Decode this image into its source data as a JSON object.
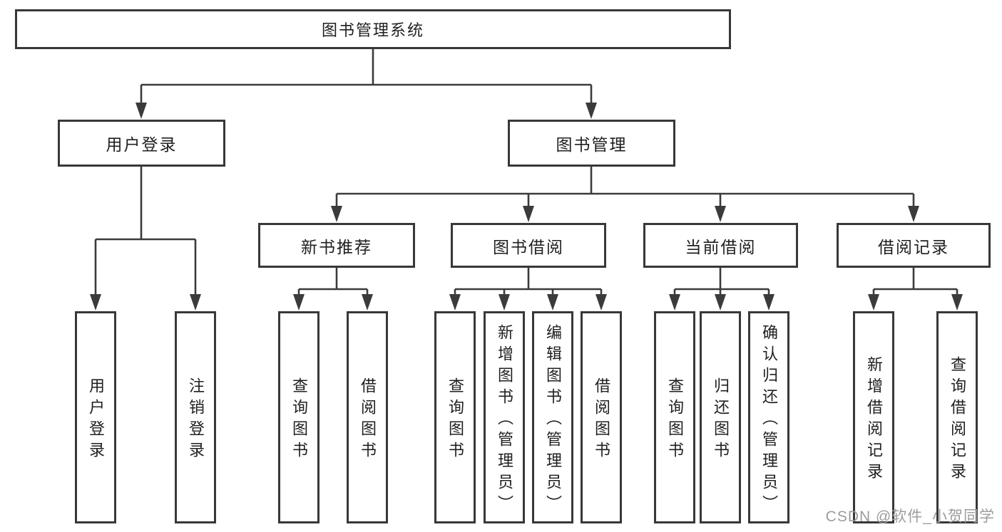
{
  "diagram": {
    "type": "hierarchy-tree",
    "root": {
      "label": "图书管理系统"
    },
    "branches": [
      {
        "label": "用户登录",
        "leaves": [
          "用户登录",
          "注销登录"
        ]
      },
      {
        "label": "图书管理",
        "children": [
          {
            "label": "新书推荐",
            "leaves": [
              "查询图书",
              "借阅图书"
            ]
          },
          {
            "label": "图书借阅",
            "leaves": [
              "查询图书",
              "新增图书（管理员）",
              "编辑图书（管理员）",
              "借阅图书"
            ]
          },
          {
            "label": "当前借阅",
            "leaves": [
              "查询图书",
              "归还图书",
              "确认归还（管理员）"
            ]
          },
          {
            "label": "借阅记录",
            "leaves": [
              "新增借阅记录",
              "查询借阅记录"
            ]
          }
        ]
      }
    ]
  },
  "watermark": "CSDN @软件_小贺同学",
  "colors": {
    "background": "#ffffff",
    "line": "#3b3b3b",
    "box_border": "#383838",
    "text": "#1f1f1f",
    "watermark": "#9c9c9c"
  }
}
